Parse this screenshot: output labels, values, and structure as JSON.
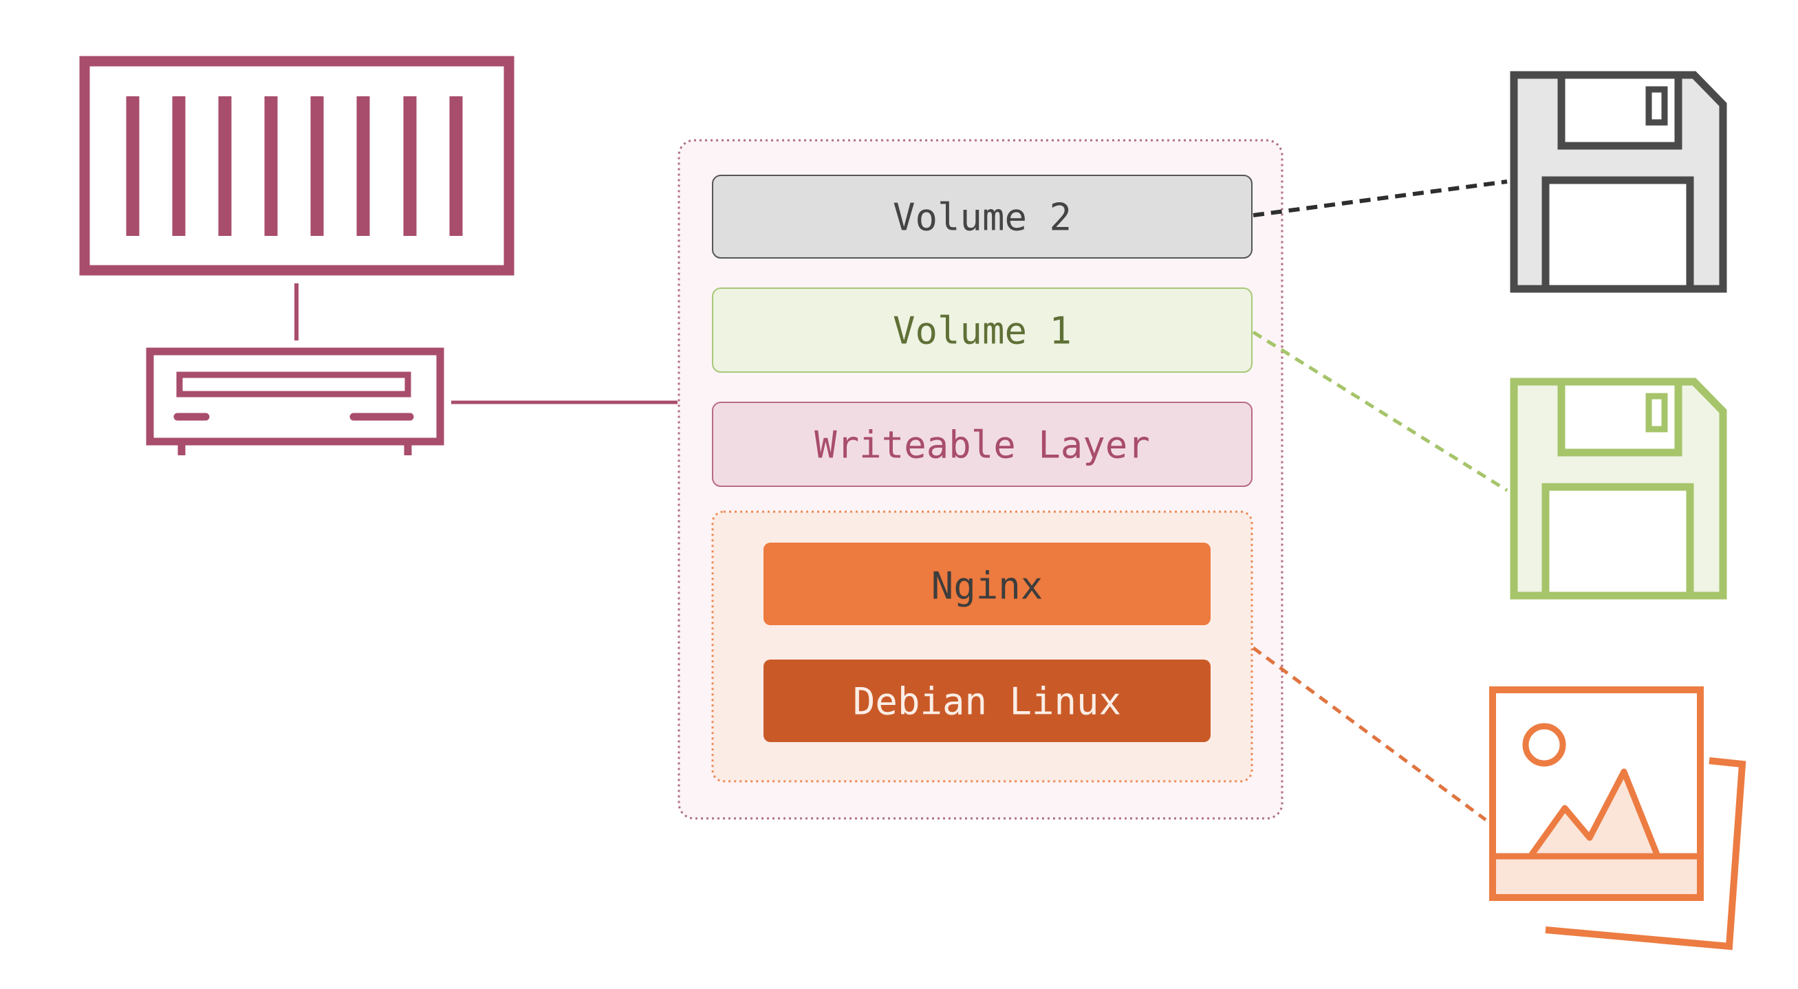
{
  "layers": {
    "volume2": {
      "label": "Volume 2"
    },
    "volume1": {
      "label": "Volume 1"
    },
    "writeable": {
      "label": "Writeable Layer"
    },
    "nginx": {
      "label": "Nginx"
    },
    "debian": {
      "label": "Debian Linux"
    }
  },
  "icons": {
    "container": "shipping-container-icon",
    "host": "server-drive-icon",
    "disk_dark": "floppy-disk-icon",
    "disk_green": "floppy-disk-icon",
    "image": "image-photo-icon"
  },
  "colors": {
    "container": "#a84d6b",
    "volume2_fill": "#dedede",
    "volume2_text": "#444444",
    "volume1_fill": "#eef3e2",
    "volume1_border": "#a8c878",
    "volume1_text": "#5f7036",
    "writeable_fill": "#f2dce4",
    "writeable_text": "#a84d6b",
    "nginx_fill": "#ed7a3e",
    "debian_fill": "#c95a28",
    "image_icon": "#ec7c42",
    "disk_dark": "#4a4a4a",
    "disk_green": "#a6c46a"
  }
}
